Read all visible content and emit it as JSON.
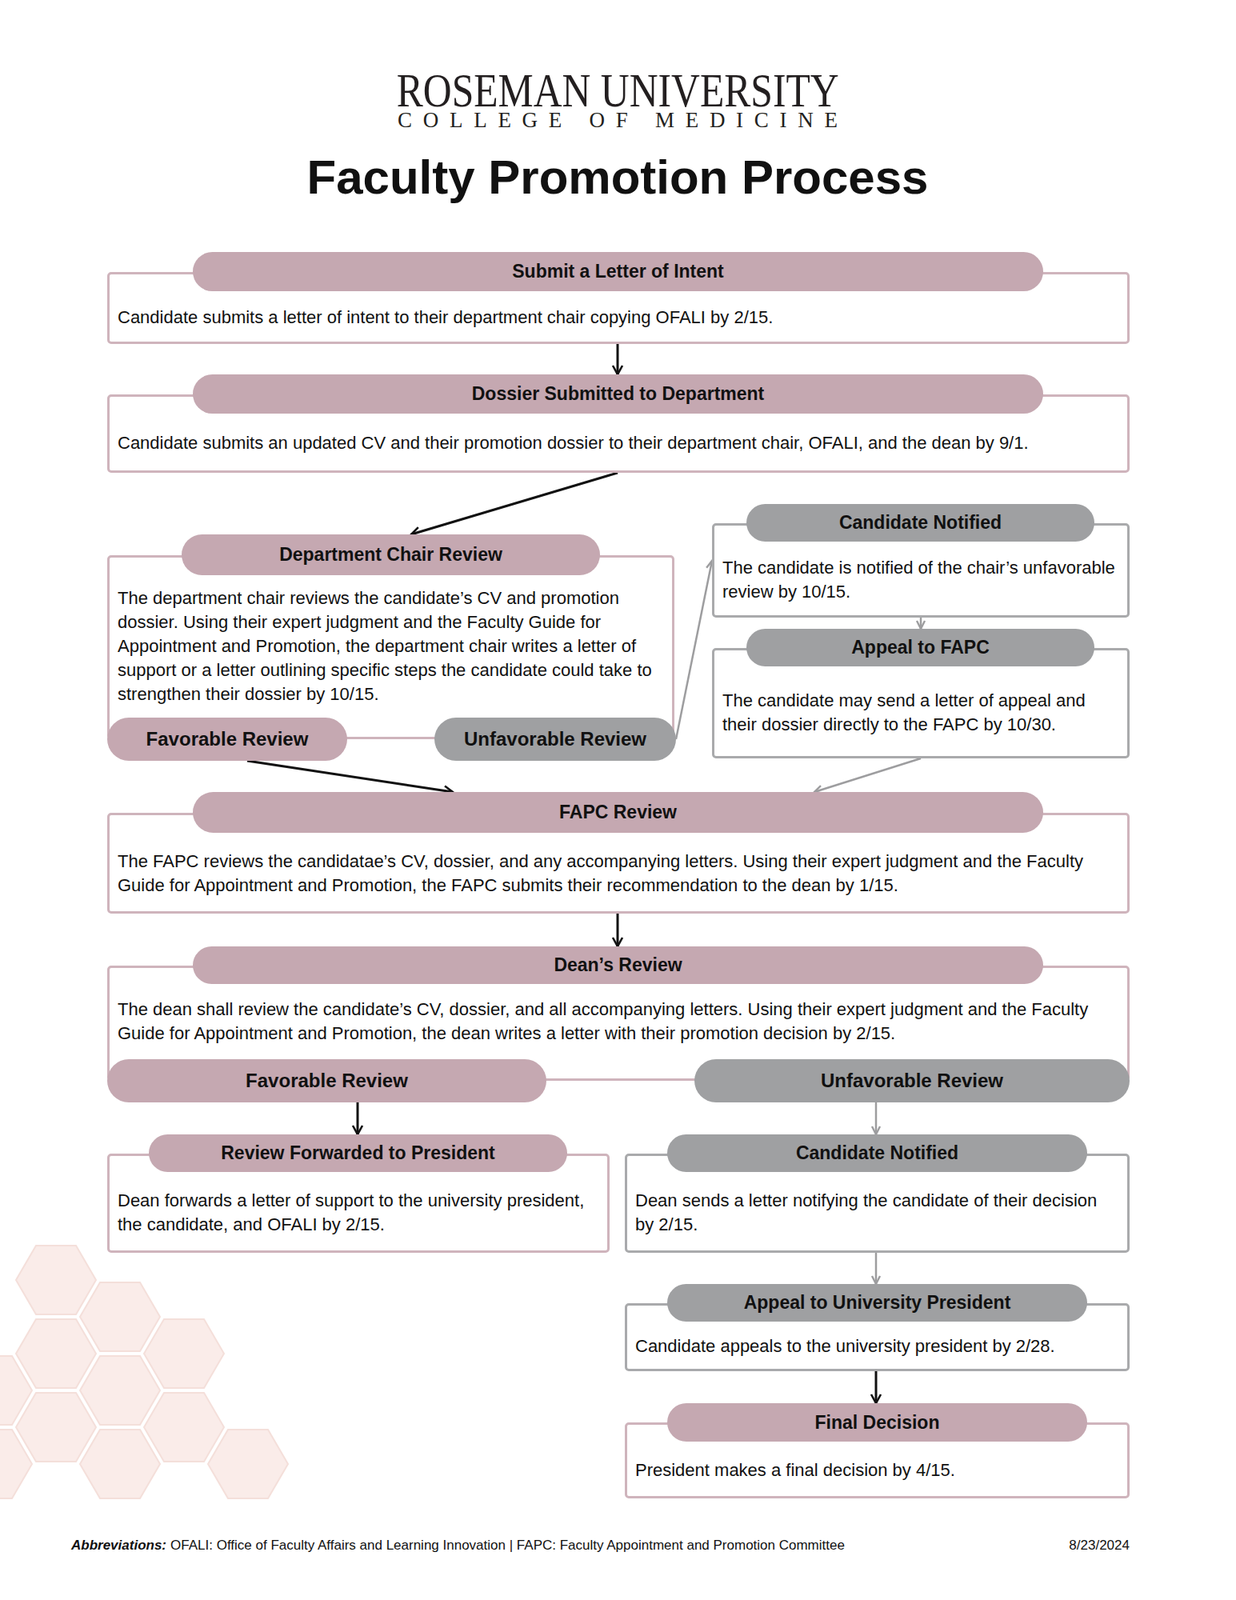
{
  "diagram": {
    "title": "Faculty Promotion Process",
    "nodes": [
      {
        "text": [
          "Submit a Letter of Intent",
          "Candidate submits a letter of intent to their department chair copying OFALI by 2/15."
        ]
      },
      {
        "text": [
          "Dossier Submitted to Department",
          "Candidate submits an updated CV and their promotion dossier to their department chair, OFALI, and the dean by 9/1."
        ]
      },
      {
        "text": [
          "Department Chair Review",
          "The department chair reviews the candidate’s CV and promotion dossier. Using their expert judgment and the Faculty Guide for Appointment and Promotion, the department chair writes a letter of support or a letter outlining specific steps the candidate could take to strengthen their dossier by 10/15."
        ]
      },
      {
        "text": [
          "Favorable Review"
        ],
        "in": 2
      },
      {
        "text": [
          "Unfavorable Review"
        ],
        "in": 2
      },
      {
        "text": [
          "Candidate Notified",
          "The candidate is notified of the chair’s unfavorable review by 10/15."
        ]
      },
      {
        "text": [
          "Appeal to FAPC",
          "The candidate may send a letter of appeal and their dossier directly to the FAPC by 10/30."
        ]
      },
      {
        "text": [
          "FAPC Review",
          "The FAPC reviews the candidatae’s CV, dossier, and any accompanying letters. Using their expert judgment and the Faculty Guide for Appointment and Promotion, the FAPC submits their recommendation to the dean by 1/15."
        ]
      },
      {
        "text": [
          "Dean’s Review",
          "The dean shall review the candidate’s CV, dossier, and all accompanying letters. Using their expert judgment and the Faculty Guide for Appointment and Promotion, the dean writes a letter with their promotion decision by 2/15."
        ]
      },
      {
        "text": [
          "Favorable Review"
        ],
        "in": 8
      },
      {
        "text": [
          "Unfavorable Review"
        ],
        "in": 8
      },
      {
        "text": [
          "Review Forwarded to President",
          "Dean forwards a letter of support to the university president, the candidate, and OFALI by 2/15."
        ]
      },
      {
        "text": [
          "Candidate Notified",
          "Dean sends a letter notifying the candidate of their decision by 2/15."
        ]
      },
      {
        "text": [
          "Appeal to University President",
          "Candidate appeals to the university president by 2/28."
        ]
      },
      {
        "text": [
          "Final Decision",
          "President makes a final decision by 4/15."
        ]
      }
    ],
    "edges": [
      {
        "from": 0,
        "to": 1,
        "arrow": "to"
      },
      {
        "from": 1,
        "to": 2,
        "arrow": "to"
      },
      {
        "from": 4,
        "to": 5,
        "arrow": "to"
      },
      {
        "from": 5,
        "to": 6,
        "arrow": "to"
      },
      {
        "from": 3,
        "to": 7,
        "arrow": "to"
      },
      {
        "from": 6,
        "to": 7,
        "arrow": "to"
      },
      {
        "from": 7,
        "to": 8,
        "arrow": "to"
      },
      {
        "from": 9,
        "to": 11,
        "arrow": "to"
      },
      {
        "from": 10,
        "to": 12,
        "arrow": "to"
      },
      {
        "from": 12,
        "to": 13,
        "arrow": "to"
      },
      {
        "from": 13,
        "to": 14,
        "arrow": "to"
      }
    ],
    "labels": [
      "ROSEMAN UNIVERSITY",
      "COLLEGE OF MEDICINE",
      "Abbreviations:",
      "OFALI: Office of Faculty Affairs and Learning Innovation | FAPC: Faculty Appointment and Promotion Committee",
      "8/23/2024"
    ]
  }
}
